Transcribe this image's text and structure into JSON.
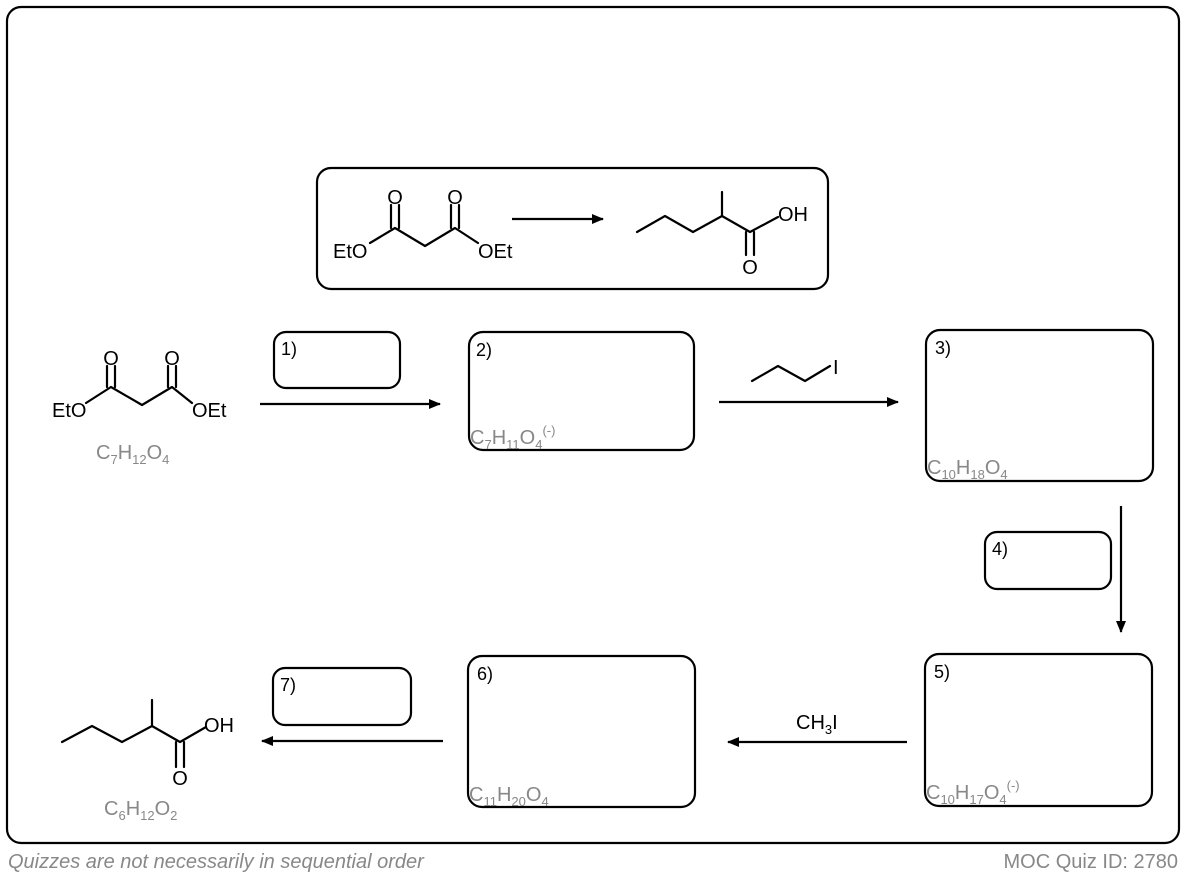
{
  "labels": {
    "eto": "EtO",
    "oet": "OEt",
    "o": "O",
    "oh": "OH",
    "iodine": "I"
  },
  "reagents": {
    "ch3": "CH",
    "ch3_sub": "3",
    "ch3_i": "I"
  },
  "steps": [
    "1)",
    "2)",
    "3)",
    "4)",
    "5)",
    "6)",
    "7)"
  ],
  "formulas": {
    "start": {
      "a": "C",
      "a_sub": "7",
      "b": "H",
      "b_sub": "12",
      "c": "O",
      "c_sub": "4"
    },
    "step2": {
      "a": "C",
      "a_sub": "7",
      "b": "H",
      "b_sub": "11",
      "c": "O",
      "c_sub": "4",
      "charge": "(-)"
    },
    "step3": {
      "a": "C",
      "a_sub": "10",
      "b": "H",
      "b_sub": "18",
      "c": "O",
      "c_sub": "4"
    },
    "step5": {
      "a": "C",
      "a_sub": "10",
      "b": "H",
      "b_sub": "17",
      "c": "O",
      "c_sub": "4",
      "charge": "(-)"
    },
    "step6": {
      "a": "C",
      "a_sub": "11",
      "b": "H",
      "b_sub": "20",
      "c": "O",
      "c_sub": "4"
    },
    "product": {
      "a": "C",
      "a_sub": "6",
      "b": "H",
      "b_sub": "12",
      "c": "O",
      "c_sub": "2"
    }
  },
  "footer": {
    "note": "Quizzes are not necessarily in sequential order",
    "quiz_id": "MOC Quiz ID: 2780"
  }
}
